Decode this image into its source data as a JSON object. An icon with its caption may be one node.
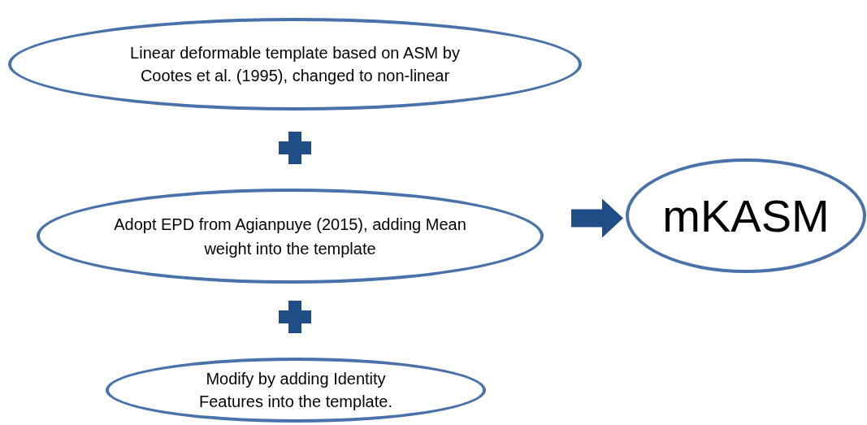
{
  "diagram": {
    "nodes": [
      {
        "text": [
          "Linear deformable template based on ASM by Cootes et al. (1995), changed to non-linear"
        ]
      },
      {
        "text": [
          "Adopt EPD from Agianpuye (2015), adding Mean weight into the template"
        ]
      },
      {
        "text": [
          "Modify by adding Identity Features into the template."
        ]
      },
      {
        "text": [
          "mKASM"
        ]
      }
    ],
    "edges": [
      {
        "from": 1,
        "to": 3,
        "arrow": "to",
        "style": "thick"
      }
    ]
  }
}
